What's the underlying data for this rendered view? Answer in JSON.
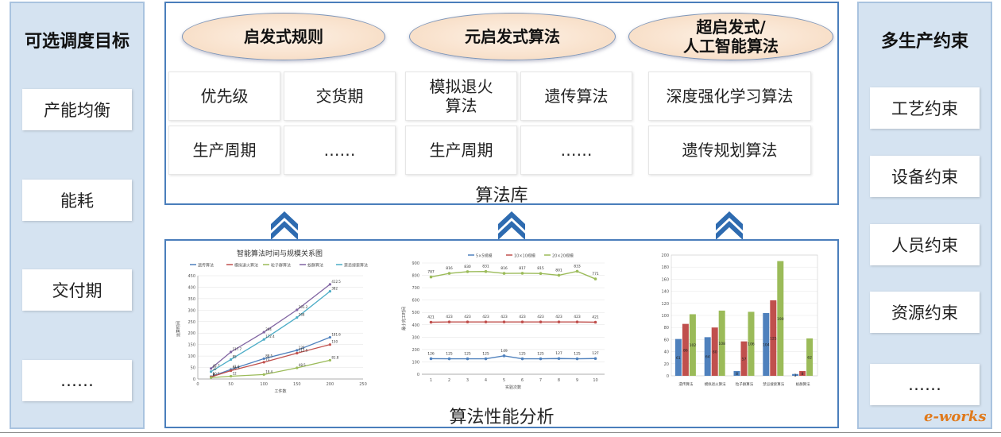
{
  "left_panel": {
    "title": "可选调度目标",
    "items": [
      "产能均衡",
      "能耗",
      "交付期",
      "……"
    ]
  },
  "right_panel": {
    "title": "多生产约束",
    "items": [
      "工艺约束",
      "设备约束",
      "人员约束",
      "资源约束",
      "……"
    ]
  },
  "algorithm_library": {
    "label": "算法库",
    "groups": [
      {
        "title": "启发式规则",
        "cells": [
          "优先级",
          "交货期",
          "生产周期",
          "……"
        ]
      },
      {
        "title": "元启发式算法",
        "cells": [
          "模拟退火\n算法",
          "遗传算法",
          "生产周期",
          "……"
        ]
      },
      {
        "title": "超启发式/\n人工智能算法",
        "cells": [
          "深度强化学习算法",
          "遗传规划算法"
        ]
      }
    ]
  },
  "performance": {
    "label": "算法性能分析"
  },
  "logo": "e-works",
  "colors": {
    "panel_border": "#4a7ebb",
    "side_bg": "#d5e3f1",
    "arrow": "#2e6bb0",
    "oval": "#f6d8bd",
    "series_blue": "#4f81bd",
    "series_red": "#c0504d",
    "series_green": "#9bbb59",
    "series_purple": "#8064a2",
    "series_cyan": "#4bacc6"
  },
  "chart_data": [
    {
      "type": "line",
      "title": "智能算法时间与规模关系图",
      "xlabel": "工件数",
      "ylabel": "运算时间",
      "x": [
        20,
        50,
        100,
        150,
        200
      ],
      "xlim": [
        0,
        250
      ],
      "ylim": [
        0,
        450
      ],
      "xticks": [
        "0",
        "50",
        "100",
        "150",
        "200",
        "250"
      ],
      "yticks": [
        "0",
        "50",
        "100",
        "150",
        "200",
        "250",
        "300",
        "350",
        "400",
        "450"
      ],
      "series": [
        {
          "name": "遗传算法",
          "values": [
            10.5,
            41.6,
            88.5,
            125.0,
            181.6
          ]
        },
        {
          "name": "模拟退火算法",
          "values": [
            9.0,
            36.5,
            73.0,
            112.5,
            150.0
          ]
        },
        {
          "name": "粒子群算法",
          "values": [
            6.0,
            12.0,
            19.4,
            48.5,
            81.8
          ]
        },
        {
          "name": "蚁群算法",
          "values": [
            45.7,
            117.7,
            204.0,
            301.2,
            412.5
          ]
        },
        {
          "name": "禁忌搜索算法",
          "values": [
            32.0,
            85.0,
            172.4,
            268.0,
            382.0
          ]
        }
      ]
    },
    {
      "type": "line",
      "xlabel": "实验次数",
      "ylabel": "最小完工时间",
      "x": [
        1,
        2,
        3,
        4,
        5,
        6,
        7,
        8,
        9,
        10
      ],
      "ylim": [
        0,
        900
      ],
      "yticks": [
        "0",
        "100",
        "200",
        "300",
        "400",
        "500",
        "600",
        "700",
        "800",
        "900"
      ],
      "series": [
        {
          "name": "5×5规模",
          "values": [
            126,
            125,
            125,
            125,
            149,
            125,
            125,
            127,
            125,
            127
          ]
        },
        {
          "name": "10×10规模",
          "values": [
            421,
            423,
            423,
            423,
            423,
            423,
            423,
            423,
            423,
            421
          ]
        },
        {
          "name": "20×20规模",
          "values": [
            787,
            816,
            830,
            831,
            816,
            817,
            815,
            801,
            833,
            771
          ]
        }
      ]
    },
    {
      "type": "bar",
      "categories": [
        "遗传算法",
        "模拟退火算法",
        "粒子群算法",
        "禁忌搜索算法",
        "蚁群算法"
      ],
      "ylim": [
        0,
        200
      ],
      "yticks": [
        "0",
        "20",
        "40",
        "60",
        "80",
        "100",
        "120",
        "140",
        "160",
        "180",
        "200"
      ],
      "series": [
        {
          "values": [
            61,
            64,
            8,
            104,
            3
          ]
        },
        {
          "values": [
            86,
            80,
            57,
            125,
            8
          ]
        },
        {
          "values": [
            102,
            108,
            106,
            190,
            62
          ]
        }
      ]
    }
  ]
}
